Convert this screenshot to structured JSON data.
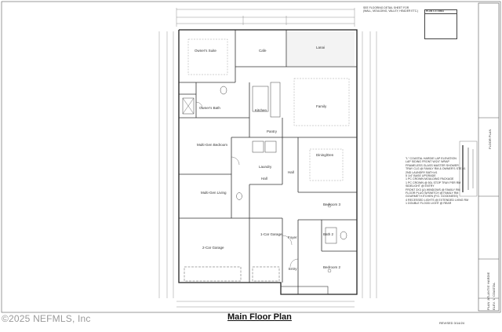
{
  "plan_title": "Main Floor Plan",
  "watermark": "©2025 NEFMLS, Inc",
  "revised": "REVISED 3/14/24",
  "top_note": [
    "SEE FLOORING DETAIL SHEET FOR",
    "(WALL, MOULDING, VALLEY, HEADER ETC.)"
  ],
  "area_box_title": "PLAN 1-C AREA",
  "rooms": {
    "owners_suite": "Owner's Suite",
    "cafe": "Cafe",
    "lanai": "Lanai",
    "owners_bath": "Owner's Bath",
    "kitchen": "Kitchen",
    "family": "Family",
    "multi_gen_bedroom": "Multi-Gen Bedroom",
    "pantry": "Pantry",
    "dining_den": "Dining/Den",
    "laundry": "Laundry",
    "hall1": "Hall",
    "hall2": "Hall",
    "multi_gen_living": "Multi-Gen Living",
    "bedroom3": "Bedroom 3",
    "bath2": "Bath 2",
    "one_car_garage": "1-Car Garage",
    "two_car_garage": "2-Car Garage",
    "foyer": "Foyer",
    "entry": "Entry",
    "bedroom2": "Bedroom 2"
  },
  "notes": [
    "\"L\" COASTAL HARDIE LAP ELEVATION",
    "LAP SIDING FRONT W/24\" WRAP",
    "FRAMELESS GLASS MASTER SHOWER",
    "TRAY CLG @ FAMILY RM & OWNER'S STE #1",
    "2ND LAUNDRY BATH #1",
    "5 1/4\" BASE UPGRADE",
    "1 PC CROWN MOULDING PACKAGE",
    "1 PC CROWN @ 50L STOP TRAY PER RM",
    "SIDELIGHT @ ENTRY",
    "FRONT 3X3 (U) WINDOWS @ FAMILY RM",
    "FLOOR PLUG W/SWITCH @ FAMILY RM",
    "GOURMET KITCHEN (P.G. GOODNESS)",
    "4 RECESSED LIGHTS @ EXTENDED LVING RM",
    "1 DOUBLE FLOOD LIGHT @ REAR"
  ],
  "title_block_vertical": [
    "PLAN 'ATLANTIS' HARDIE",
    "ELEV. 'L' COASTAL",
    "FLOOR PLAN"
  ]
}
